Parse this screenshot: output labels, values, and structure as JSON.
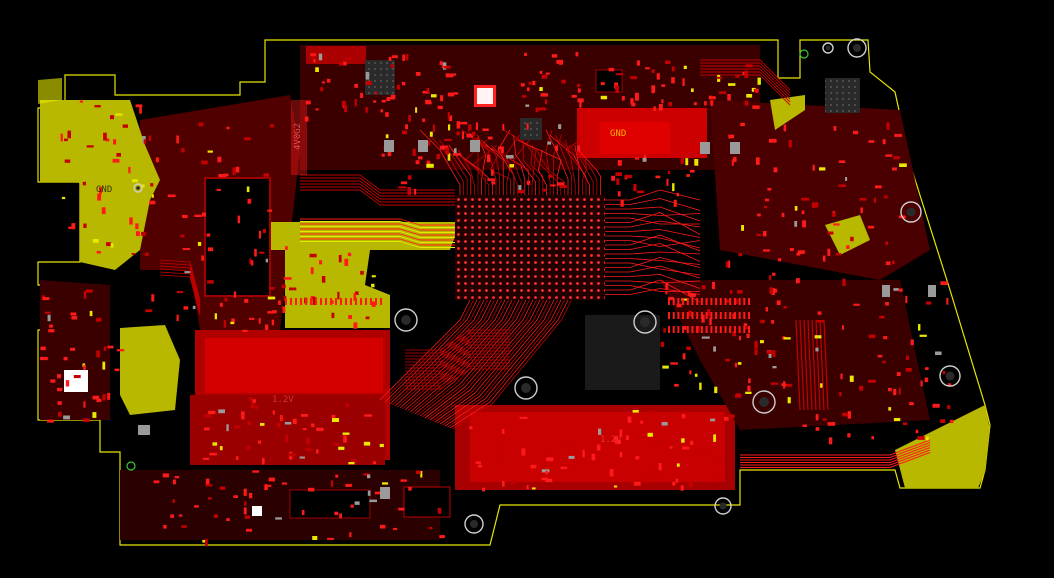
{
  "viewer": {
    "background": "#000000"
  },
  "colors": {
    "outline": "#e6e600",
    "copper_top": "#c40000",
    "copper_bright": "#ff1a1a",
    "copper_dark": "#7a0000",
    "yellow_layer": "#b8b800",
    "yellow_layer_bright": "#e8e800",
    "via_ring": "#cfcfcf",
    "drill_dot": "#2a2a2a",
    "gray_pad": "#9a9a9a",
    "green_mark": "#33cc33"
  },
  "silk_labels": {
    "gnd_top": "GND",
    "gnd_left": "GND",
    "v_label": "4V0G2",
    "pwr_center_left": "1.2V",
    "pwr_center_right": "1.2V"
  },
  "icons": [
    "mounting-hole-icon",
    "fiducial-icon",
    "bga-chip-icon"
  ]
}
